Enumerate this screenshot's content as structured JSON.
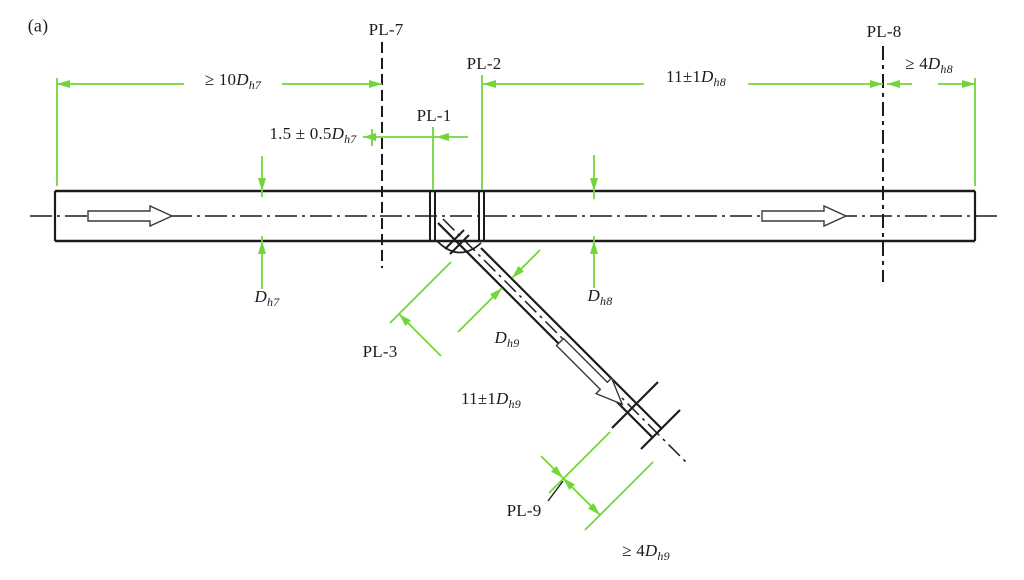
{
  "figure_label": "(a)",
  "colors": {
    "dimension_green": "#72d53a",
    "line_black": "#1b1b1b"
  },
  "planes": {
    "pl7": "PL-7",
    "pl1": "PL-1",
    "pl2": "PL-2",
    "pl8": "PL-8",
    "pl3": "PL-3",
    "pl9": "PL-9"
  },
  "dimensions": {
    "d10h7": {
      "pre": "≥ 10",
      "sym": "D",
      "sub": "h7"
    },
    "d15h7": {
      "pre": "1.5 ± 0.5",
      "sym": "D",
      "sub": "h7"
    },
    "d11h8": {
      "pre": "11±1",
      "sym": "D",
      "sub": "h8"
    },
    "d4h8": {
      "pre": "≥ 4",
      "sym": "D",
      "sub": "h8"
    },
    "dh7": {
      "pre": "",
      "sym": "D",
      "sub": "h7"
    },
    "dh8": {
      "pre": "",
      "sym": "D",
      "sub": "h8"
    },
    "dh9": {
      "pre": "",
      "sym": "D",
      "sub": "h9"
    },
    "d11h9": {
      "pre": "11±1",
      "sym": "D",
      "sub": "h9"
    },
    "d4h9": {
      "pre": "≥ 4",
      "sym": "D",
      "sub": "h9"
    }
  }
}
